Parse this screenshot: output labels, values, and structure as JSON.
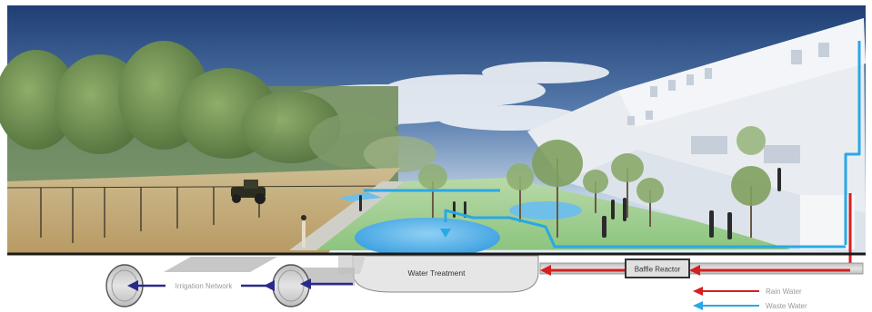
{
  "labels": {
    "irrigation": "Irrigation Network",
    "treatment": "Water Treatment",
    "reactor": "Baffle Reactor",
    "rain": "Rain Water",
    "waste": "Waste Water"
  },
  "colors": {
    "rain_water": "#d42020",
    "waste_water": "#2aa8e6",
    "irrigation_flow": "#2a2a8a",
    "pipe_fill": "#d9d9d9",
    "ground_line": "#1a1a1a"
  },
  "icons": [
    "arrow-left-icon",
    "arrow-down-icon"
  ]
}
